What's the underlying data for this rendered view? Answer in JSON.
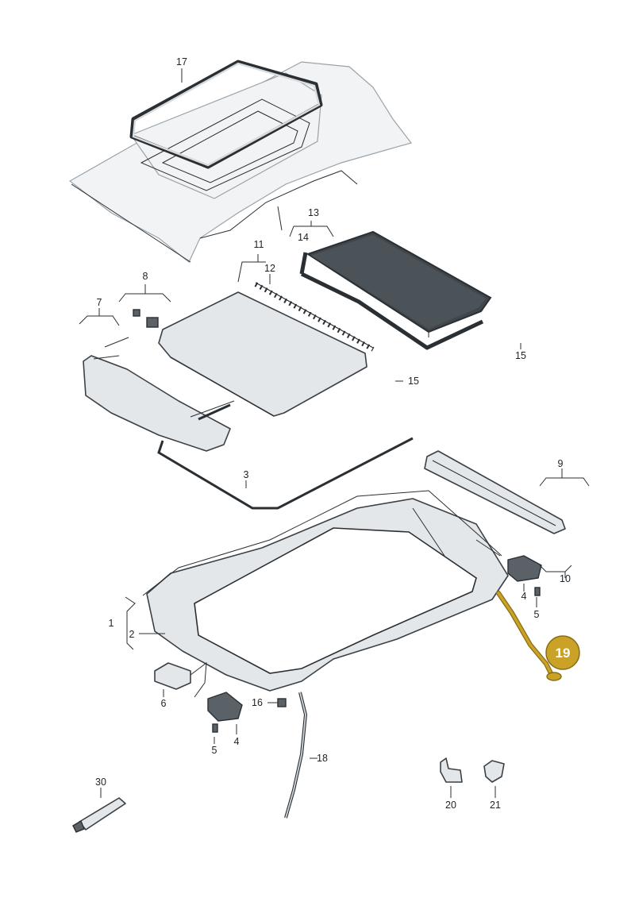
{
  "colors": {
    "highlight": "#c9a227",
    "highlight_stroke": "#8a6d12",
    "line": "#2a2f34",
    "part_fill": "#e4e7e9",
    "glass": "#3f474d"
  },
  "labels": {
    "p1": "1",
    "p2": "2",
    "p3": "3",
    "p4a": "4",
    "p4b": "4",
    "p5a": "5",
    "p5b": "5",
    "p6": "6",
    "p7": "7",
    "p8": "8",
    "p9": "9",
    "p10": "10",
    "p11": "11",
    "p12": "12",
    "p13": "13",
    "p14": "14",
    "p15a": "15",
    "p15b": "15",
    "p16": "16",
    "p17": "17",
    "p18": "18",
    "p20": "20",
    "p21": "21",
    "p30": "30"
  },
  "callout": {
    "number": "19"
  }
}
